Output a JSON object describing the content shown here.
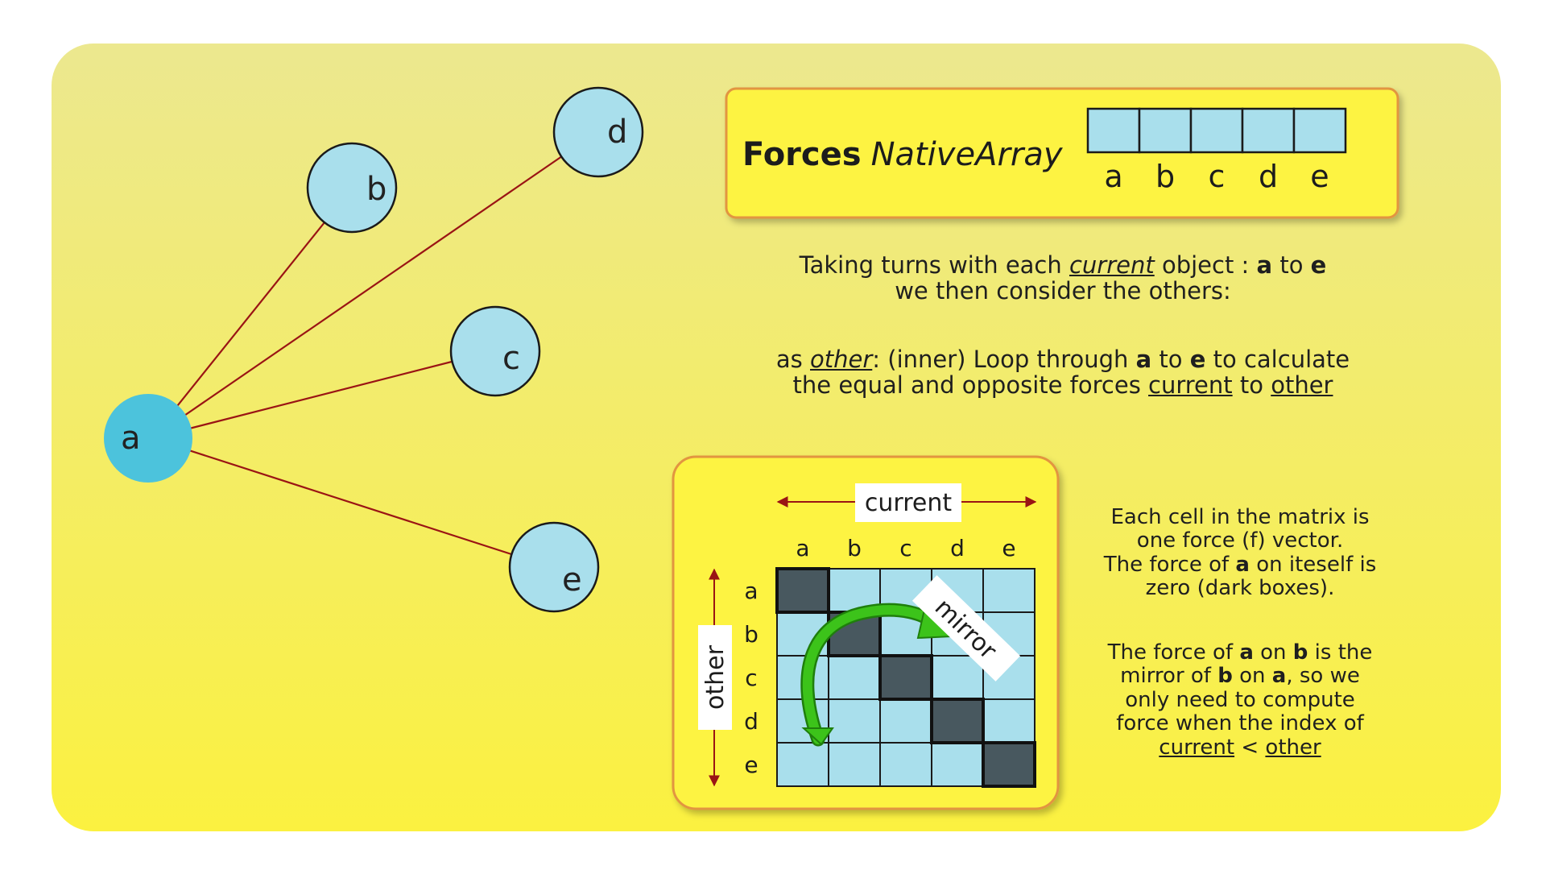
{
  "colors": {
    "background_top": "#ece88f",
    "background_bottom": "#fbf140",
    "panel_fill": "#fdf342",
    "panel_border": "#e29540",
    "cell_fill": "#a9dfec",
    "cell_dark": "#48585f",
    "circle_fill": "#a9dfec",
    "circle_a_fill": "#4cc3dc",
    "arrow_red": "#9a1414",
    "mirror_green": "#3cc31a"
  },
  "nodes": [
    {
      "id": "a",
      "label": "a",
      "is_current": true
    },
    {
      "id": "b",
      "label": "b"
    },
    {
      "id": "c",
      "label": "c"
    },
    {
      "id": "d",
      "label": "d"
    },
    {
      "id": "e",
      "label": "e"
    }
  ],
  "forces_box": {
    "title_bold": "Forces",
    "title_italic": "NativeArray",
    "array_cells": [
      "a",
      "b",
      "c",
      "d",
      "e"
    ]
  },
  "explanation": {
    "line1_pre": "Taking turns with each ",
    "line1_em": "current",
    "line1_mid": " object : ",
    "line1_a": "a",
    "line1_to": " to ",
    "line1_e": "e",
    "line2": "we then consider the others:",
    "line3_pre": "as ",
    "line3_em": "other",
    "line3_mid": ": (inner) Loop through ",
    "line3_a": "a",
    "line3_to": " to ",
    "line3_e": "e",
    "line3_post": " to calculate",
    "line4_pre": "the equal and opposite forces ",
    "line4_current": "current",
    "line4_to": " to ",
    "line4_other": "other"
  },
  "matrix": {
    "current_label": "current",
    "other_label": "other",
    "mirror_label": "mirror",
    "columns": [
      "a",
      "b",
      "c",
      "d",
      "e"
    ],
    "rows": [
      "a",
      "b",
      "c",
      "d",
      "e"
    ]
  },
  "notes": {
    "p1_l1": "Each cell in the matrix is",
    "p1_l2": "one force (f) vector.",
    "p1_l3_pre": "The force of ",
    "p1_l3_a": "a",
    "p1_l3_post": " on iteself is",
    "p1_l4": "zero (dark boxes).",
    "p2_l1_pre": "The force of ",
    "p2_l1_a": "a",
    "p2_l1_on": " on ",
    "p2_l1_b": "b",
    "p2_l1_post": " is the",
    "p2_l2_pre": "mirror of ",
    "p2_l2_b": "b",
    "p2_l2_on": " on ",
    "p2_l2_a": "a",
    "p2_l2_post": ", so we",
    "p2_l3": "only need to compute",
    "p2_l4": "force when the index of",
    "p2_l5_current": "current",
    "p2_l5_lt": " < ",
    "p2_l5_other": "other"
  }
}
